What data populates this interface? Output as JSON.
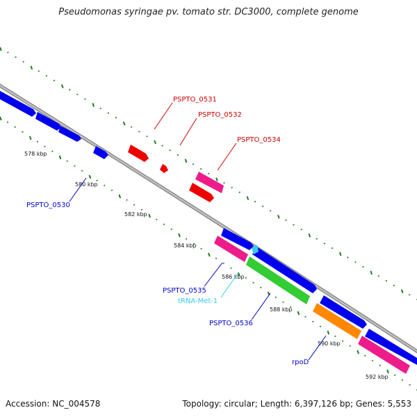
{
  "title": "Pseudomonas syringae pv. tomato str. DC3000, complete genome",
  "accession_text": "Accession: NC_004578",
  "stats_text": "Topology: circular; Length: 6,397,126 bp; Genes: 5,553",
  "colors": {
    "backbone": "#8a8a8a",
    "ticks": "#1f7a1f",
    "cds_forward": "#0000ee",
    "cds_reverse_pink": "#ee1c8a",
    "highlight_red": "#ee0000",
    "rna_green": "#33cc33",
    "rna_cyan": "#33ccee",
    "cds_orange": "#ff8800",
    "label_blue": "#0000cc",
    "label_red": "#cc0000"
  },
  "kbp_labels": [
    "578 kbp",
    "580 kbp",
    "582 kbp",
    "584 kbp",
    "586 kbp",
    "588 kbp",
    "590 kbp",
    "592 kbp"
  ],
  "gene_labels": [
    "PSPTO_0531",
    "PSPTO_0532",
    "PSPTO_0534",
    "PSPTO_0530",
    "PSPTO_0535",
    "tRNA-Met-1",
    "PSPTO_0536",
    "rpoD"
  ]
}
